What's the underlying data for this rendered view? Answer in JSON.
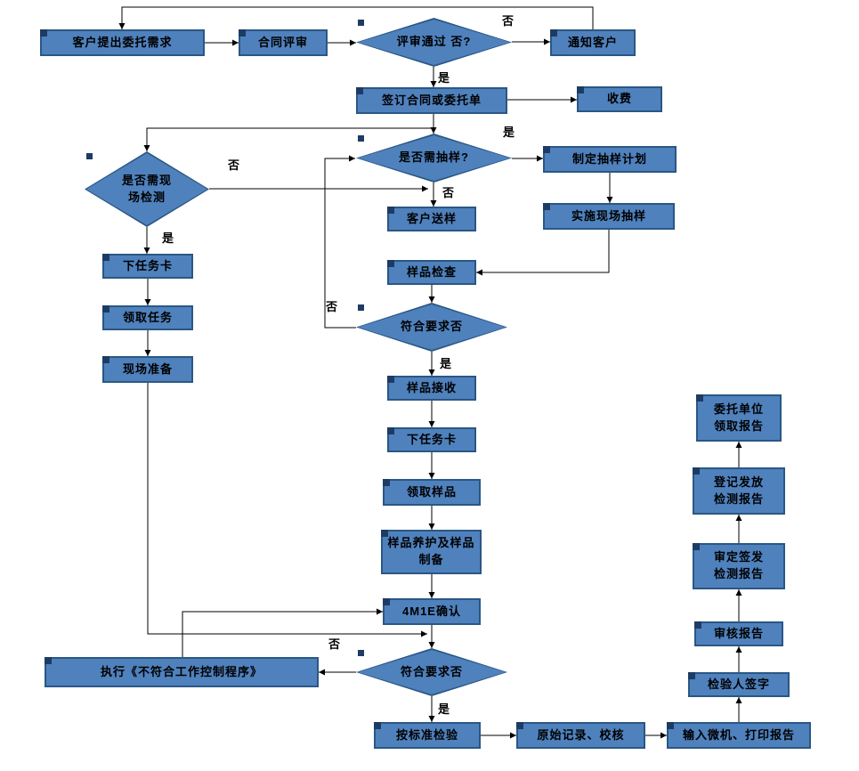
{
  "diagram": {
    "title_hint": "委托检测工作流程图",
    "colors": {
      "node_fill": "#4f81bd",
      "node_border": "#2a5784",
      "corner_mark": "#1d3c64",
      "connector": "#000000",
      "background": "#ffffff"
    },
    "nodes": {
      "req": {
        "label": "客户提出委托需求"
      },
      "review": {
        "label": "合同评审"
      },
      "d_review": {
        "label": "评审通过 否?"
      },
      "notify": {
        "label": "通知客户"
      },
      "sign": {
        "label": "签订合同或委托单"
      },
      "fee": {
        "label": "收费"
      },
      "d_sample": {
        "label": "是否需抽样?"
      },
      "plan": {
        "label": "制定抽样计划"
      },
      "onsite_sampling": {
        "label": "实施现场抽样"
      },
      "d_onsite": {
        "label": "是否需现\n场检测"
      },
      "send_sample": {
        "label": "客户送样"
      },
      "sample_check": {
        "label": "样品检查"
      },
      "d_meet1": {
        "label": "符合要求否"
      },
      "receive_sample": {
        "label": "样品接收"
      },
      "task_card2": {
        "label": "下任务卡"
      },
      "get_sample": {
        "label": "领取样品"
      },
      "curing": {
        "label": "样品养护及样品\n制备"
      },
      "confirm_4m1e": {
        "label": "4M1E确认"
      },
      "d_meet2": {
        "label": "符合要求否"
      },
      "nonconf": {
        "label": "执行《不符合工作控制程序》"
      },
      "std_inspect": {
        "label": "按标准检验"
      },
      "records": {
        "label": "原始记录、校核"
      },
      "input_print": {
        "label": "输入微机、打印报告"
      },
      "sig": {
        "label": "检验人签字"
      },
      "audit": {
        "label": "审核报告"
      },
      "approve": {
        "label": "审定签发\n检测报告"
      },
      "register": {
        "label": "登记发放\n检测报告"
      },
      "client_receive": {
        "label": "委托单位\n领取报告"
      },
      "task_card1": {
        "label": "下任务卡"
      },
      "get_task": {
        "label": "领取任务"
      },
      "prep": {
        "label": "现场准备"
      }
    },
    "edge_labels": {
      "review_no": "否",
      "review_yes": "是",
      "sample_yes": "是",
      "sample_no": "否",
      "onsite_no": "否",
      "onsite_yes": "是",
      "meet1_no": "否",
      "meet1_yes": "是",
      "meet2_no": "否",
      "meet2_yes": "是"
    }
  }
}
